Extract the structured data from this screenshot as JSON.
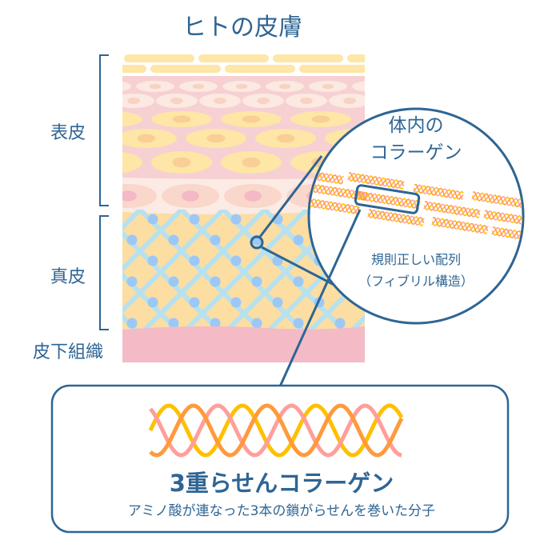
{
  "title": "ヒトの皮膚",
  "layers": {
    "epidermis": "表皮",
    "dermis": "真皮",
    "subcutis": "皮下組織"
  },
  "zoom_circle": {
    "title_line1": "体内の",
    "title_line2": "コラーゲン",
    "caption_line1": "規則正しい配列",
    "caption_line2": "（フィブリル構造）"
  },
  "detail_box": {
    "title": "3重らせんコラーゲン",
    "subtitle": "アミノ酸が連なった3本の鎖がらせんを巻いた分子"
  },
  "colors": {
    "accent": "#2e6594",
    "strand_yellow": "#ffc000",
    "strand_orange": "#ff9a3c",
    "strand_pink": "#ff9f9a"
  }
}
